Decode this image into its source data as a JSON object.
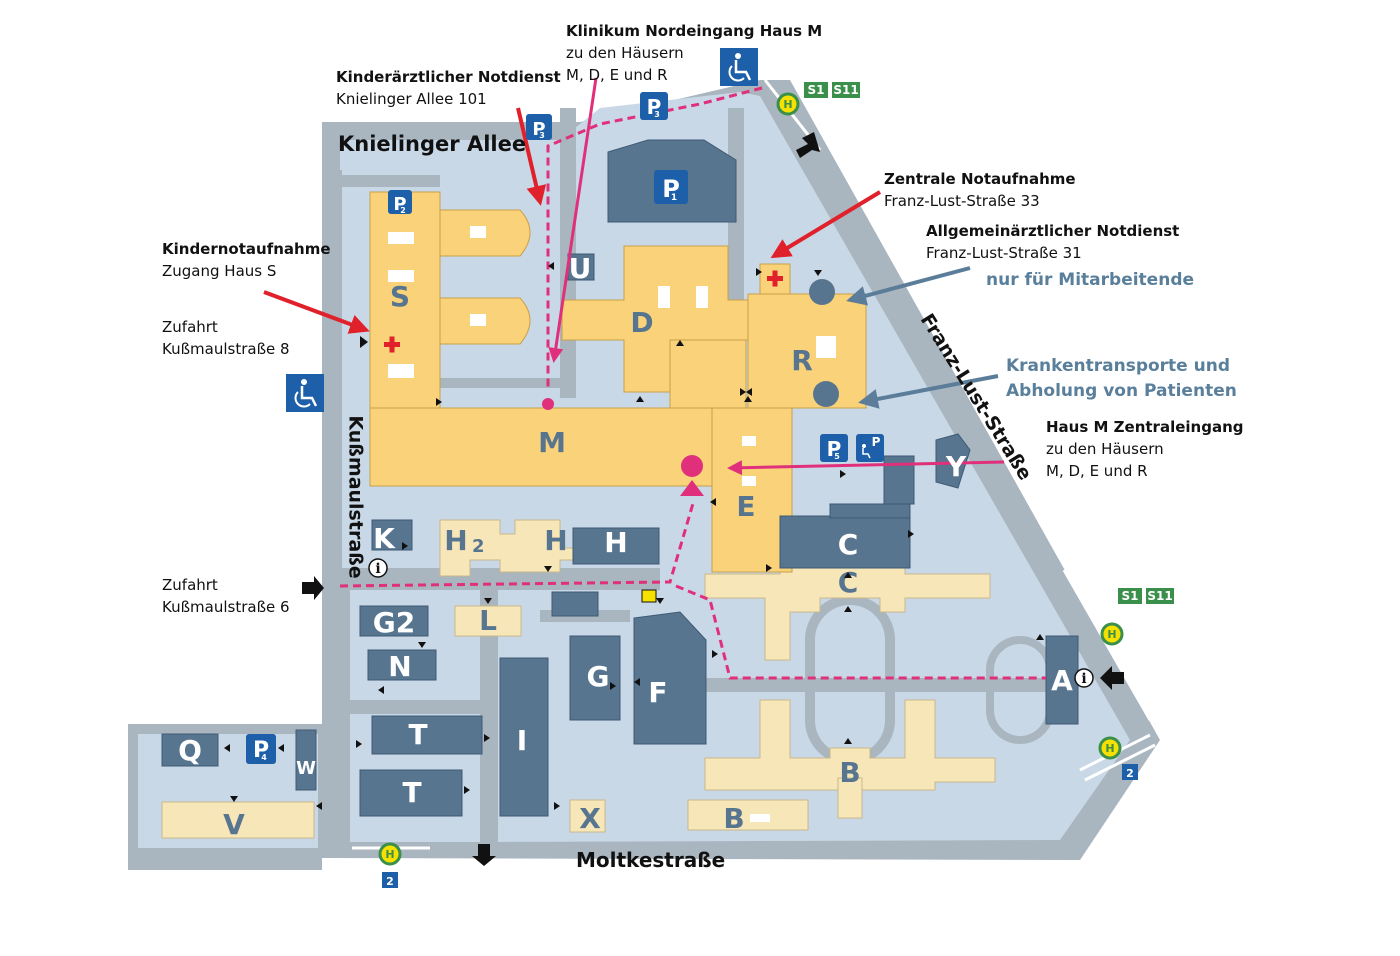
{
  "streets": {
    "knielinger": "Knielinger Allee",
    "kussmaul": "Kußmaulstraße",
    "franz_lust": "Franz-Lust-Straße",
    "moltke": "Moltkestraße"
  },
  "annotations": {
    "nordeingang": {
      "title": "Klinikum Nordeingang Haus M",
      "line1": "zu den Häusern",
      "line2": "M, D, E und R"
    },
    "kindernotdienst": {
      "title": "Kinderärztlicher Notdienst",
      "line1": "Knielinger Allee 101"
    },
    "zentrale_notaufnahme": {
      "title": "Zentrale Notaufnahme",
      "line1": "Franz-Lust-Straße 33"
    },
    "allgemein_notdienst": {
      "title": "Allgemeinärztlicher Notdienst",
      "line1": "Franz-Lust-Straße 31"
    },
    "mitarbeitende": "nur für Mitarbeitende",
    "krankentransporte": {
      "line1": "Krankentransporte und",
      "line2": "Abholung von Patienten"
    },
    "zentraleingang": {
      "title": "Haus M Zentraleingang",
      "line1": "zu den Häusern",
      "line2": "M, D, E und R"
    },
    "kindernotaufnahme": {
      "title": "Kindernotaufnahme",
      "line1": "Zugang Haus S"
    },
    "zufahrt8": {
      "line1": "Zufahrt",
      "line2": "Kußmaulstraße 8"
    },
    "zufahrt6": {
      "line1": "Zufahrt",
      "line2": "Kußmaulstraße 6"
    }
  },
  "buildings": {
    "S": "S",
    "D": "D",
    "R": "R",
    "M": "M",
    "U": "U",
    "E": "E",
    "C1": "C",
    "C2": "C",
    "H": "H",
    "H1": "H",
    "H2": "H",
    "H2sub": "2",
    "K": "K",
    "G2": "G2",
    "N": "N",
    "L": "L",
    "G": "G",
    "F": "F",
    "I": "I",
    "T1": "T",
    "T2": "T",
    "Q": "Q",
    "W": "W",
    "V": "V",
    "X": "X",
    "B1": "B",
    "B2": "B",
    "Y": "Y",
    "A": "A"
  },
  "parking": {
    "P1": "1",
    "P2": "2",
    "P3a": "3",
    "P3b": "3",
    "P4": "4",
    "P5": "5",
    "letter": "P"
  },
  "transit": {
    "s1": "S1",
    "s11": "S11",
    "stop": "H",
    "bus": "2",
    "info": "i"
  },
  "colors": {
    "ground": "#c9d8e6",
    "road": "#a9b5bf",
    "yellow_building": "#f9d27a",
    "cream_building": "#f6e6b8",
    "blue_building": "#587590",
    "pink_route": "#e0307c",
    "red_arrow": "#e0202a",
    "steel_arrow": "#5b7d99",
    "parking_blue": "#1d5fa8",
    "transit_green": "#3a8f4a",
    "stop_yellow": "#f5e000"
  },
  "icons": [
    "parking-sign-icon",
    "wheelchair-icon",
    "emergency-cross-icon",
    "bus-stop-icon",
    "info-icon",
    "entrance-arrow-icon",
    "postbox-icon"
  ]
}
